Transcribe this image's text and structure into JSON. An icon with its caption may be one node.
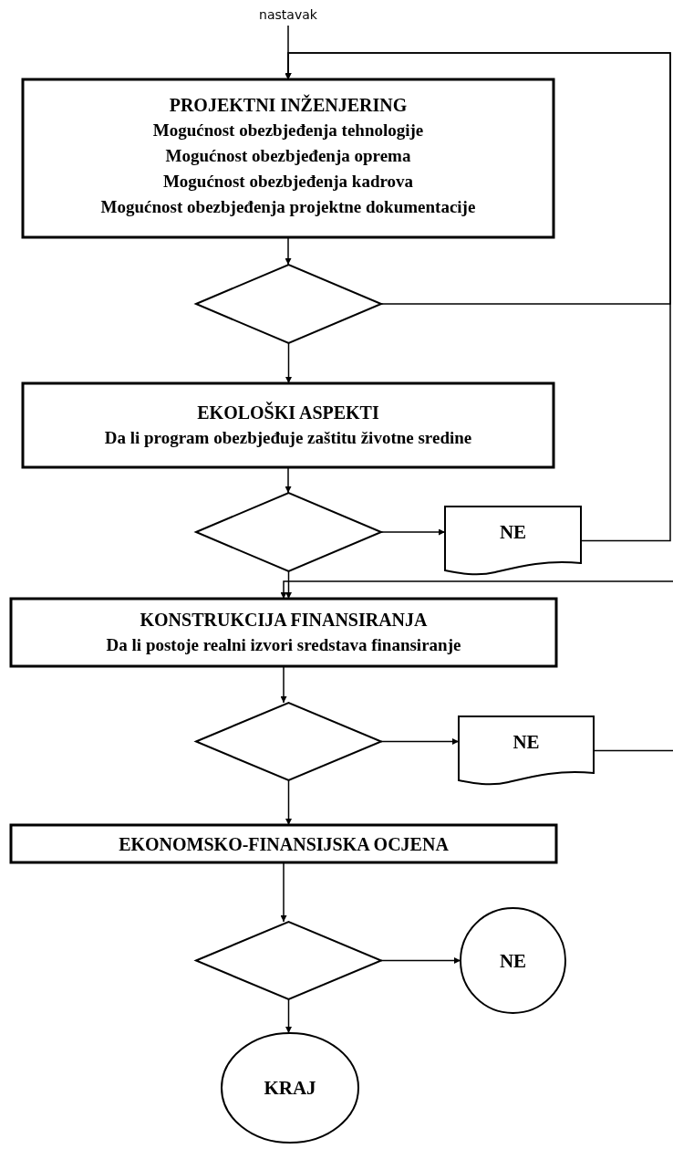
{
  "diagram": {
    "nodes": [
      {
        "text": [
          "nastavak"
        ]
      },
      {
        "text": [
          "PROJEKTNI INŽENJERING",
          "Mogućnost obezbjeđenja tehnologije",
          "Mogućnost obezbjeđenja oprema",
          "Mogućnost obezbjeđenja kadrova",
          "Mogućnost obezbjeđenja projektne dokumentacije"
        ]
      },
      {
        "text": [],
        "shape": "diamond"
      },
      {
        "text": [
          "EKOLOŠKI ASPEKTI",
          "Da li program obezbjeđuje zaštitu životne sredine"
        ]
      },
      {
        "text": [],
        "shape": "diamond"
      },
      {
        "text": [
          "NE"
        ]
      },
      {
        "text": [
          "KONSTRUKCIJA FINANSIRANJA",
          "Da li postoje realni izvori sredstava finansiranje"
        ]
      },
      {
        "text": [],
        "shape": "diamond"
      },
      {
        "text": [
          "NE"
        ]
      },
      {
        "text": [
          "EKONOMSKO-FINANSIJSKA OCJENA"
        ]
      },
      {
        "text": [],
        "shape": "diamond"
      },
      {
        "text": [
          "NE"
        ]
      },
      {
        "text": [
          "KRAJ"
        ]
      }
    ],
    "edges": [
      {
        "from": 0,
        "to": 1,
        "arrow": "to"
      },
      {
        "from": 1,
        "to": 2,
        "arrow": "to"
      },
      {
        "from": 2,
        "to": 1,
        "arrow": "to"
      },
      {
        "from": 2,
        "to": 3,
        "arrow": "to"
      },
      {
        "from": 3,
        "to": 4,
        "arrow": "to"
      },
      {
        "from": 4,
        "to": 5,
        "arrow": "to"
      },
      {
        "from": 5,
        "to": 1,
        "arrow": "to"
      },
      {
        "from": 4,
        "to": 6,
        "arrow": "to"
      },
      {
        "from": null,
        "to": 6,
        "arrow": "to"
      },
      {
        "from": 6,
        "to": 7,
        "arrow": "to"
      },
      {
        "from": 7,
        "to": 8,
        "arrow": "to"
      },
      {
        "from": 8,
        "to": null,
        "arrow": "none"
      },
      {
        "from": 7,
        "to": 9,
        "arrow": "to"
      },
      {
        "from": 9,
        "to": 10,
        "arrow": "to"
      },
      {
        "from": 10,
        "to": 11,
        "arrow": "to"
      },
      {
        "from": 10,
        "to": 12,
        "arrow": "to"
      }
    ]
  }
}
